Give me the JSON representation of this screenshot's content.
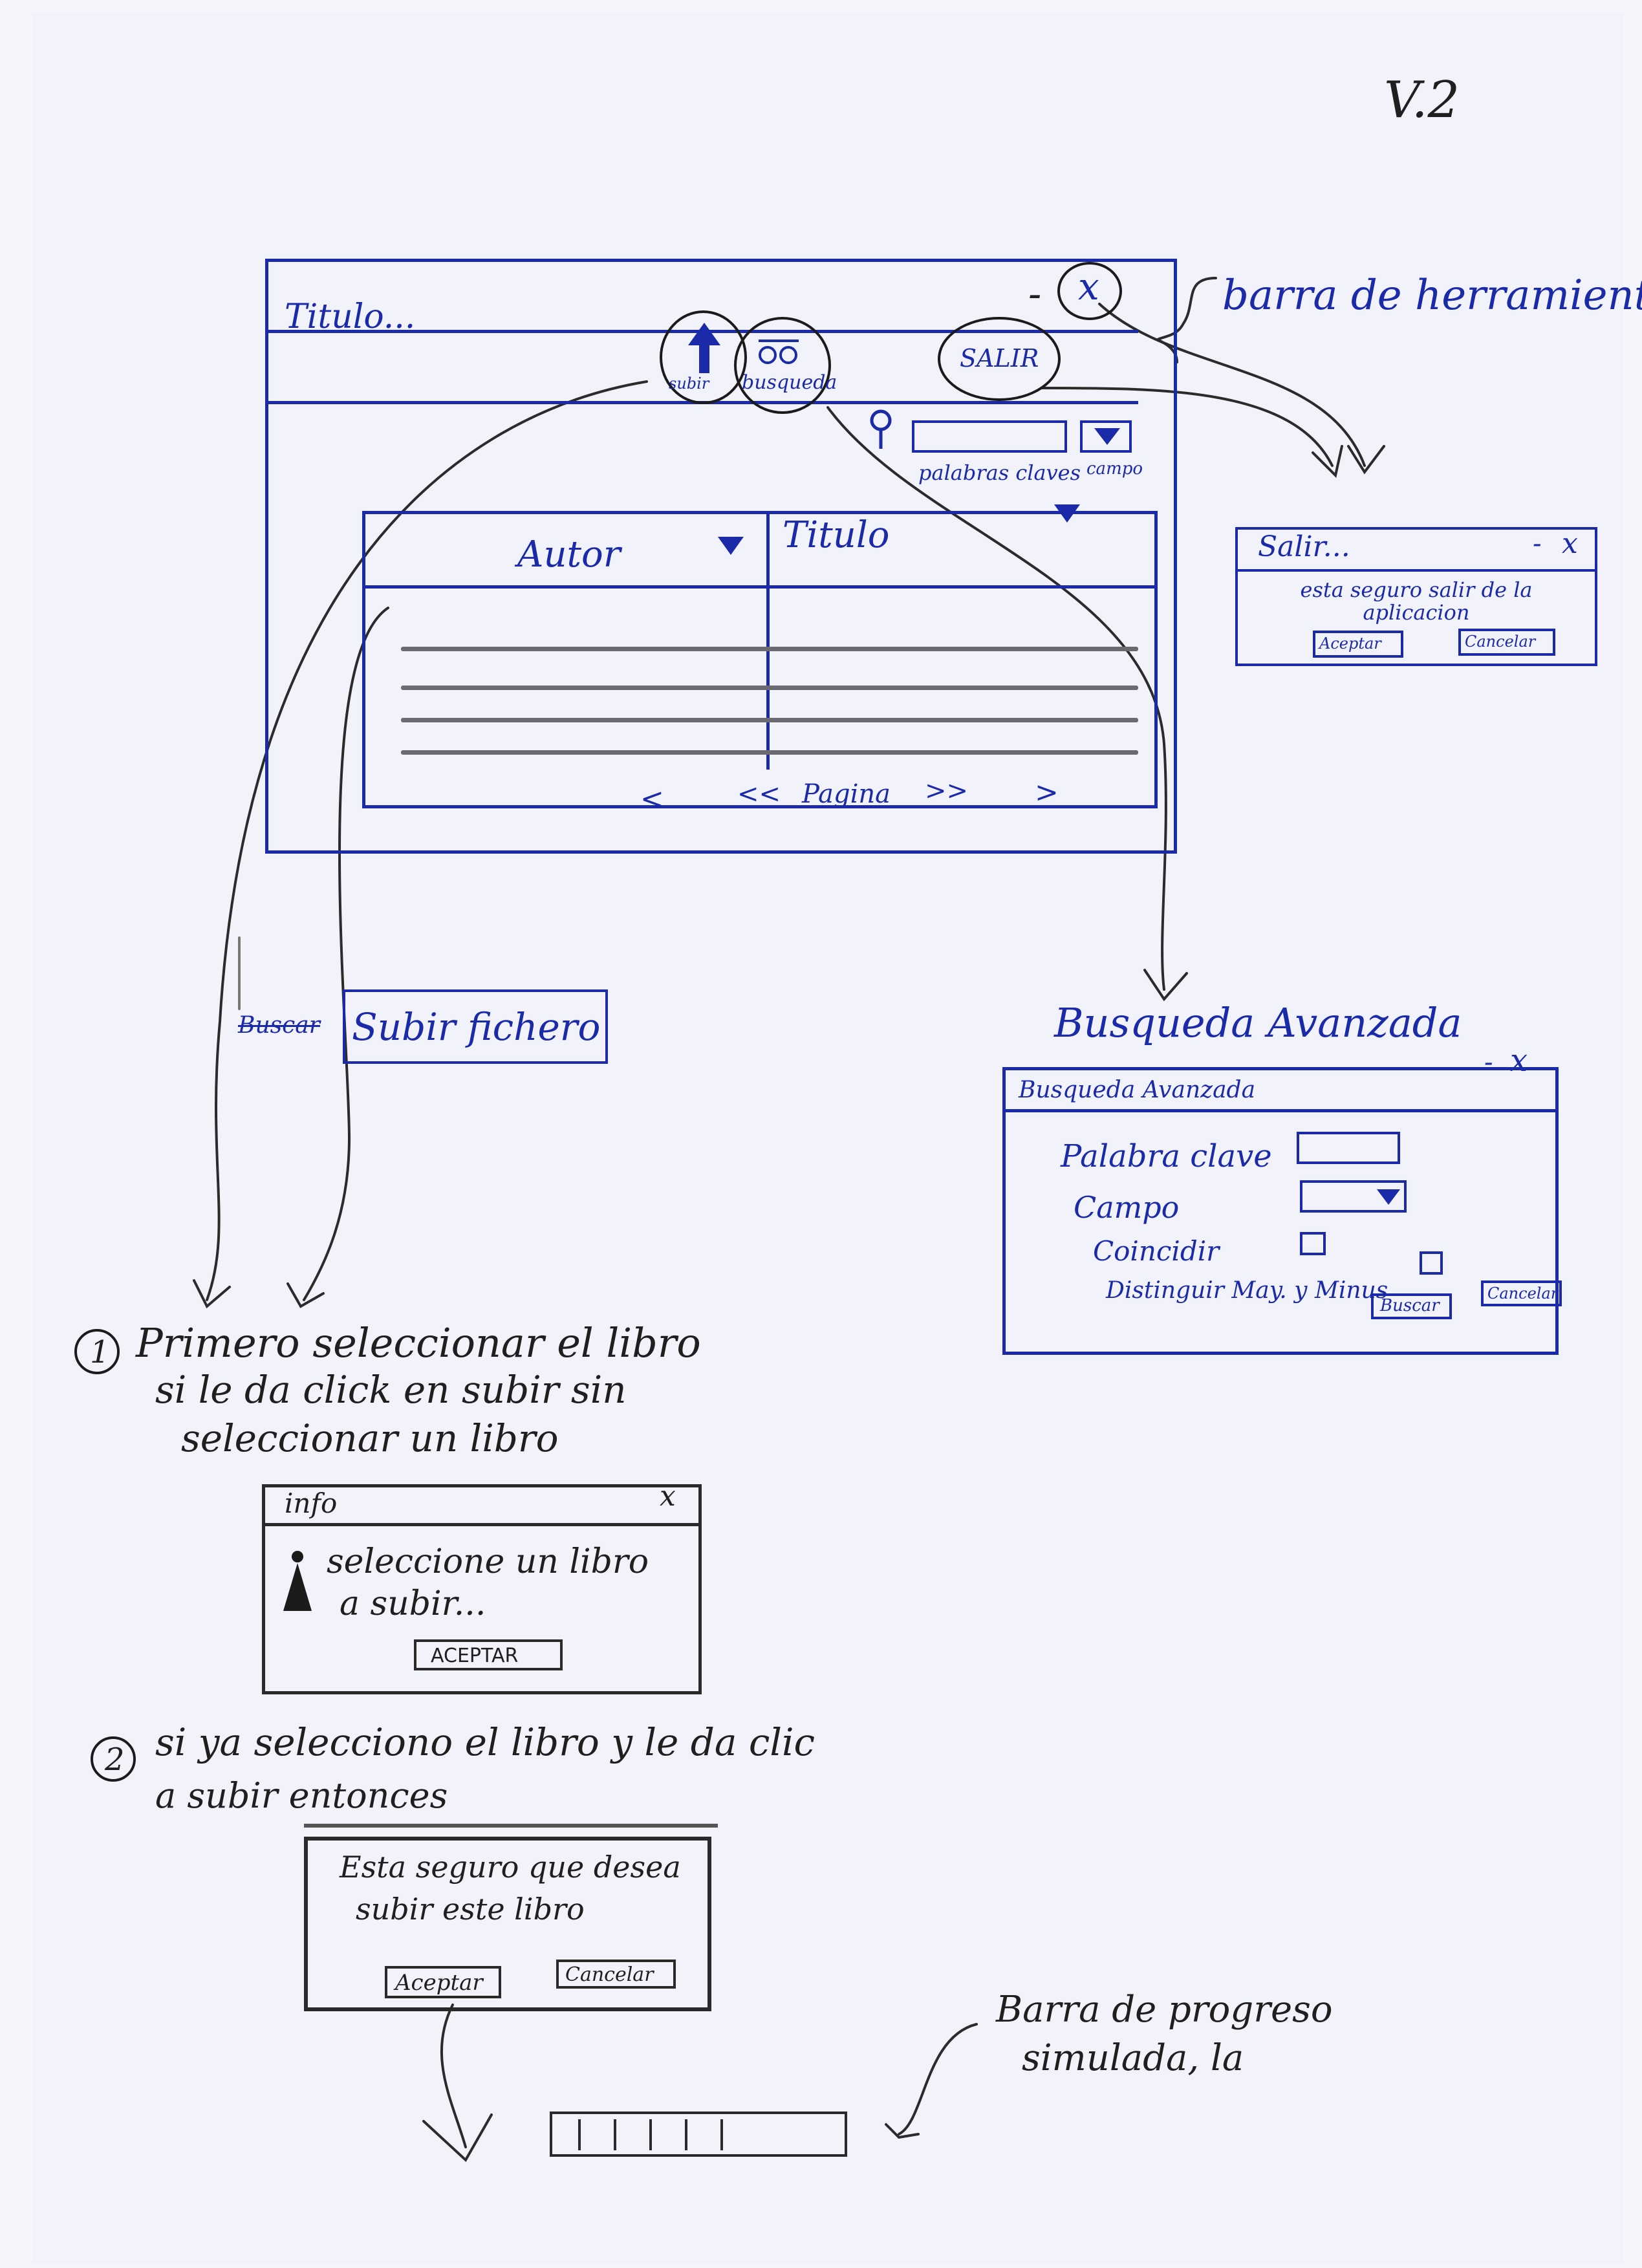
{
  "version": "V.2",
  "toolbar_note": "barra de herramientas",
  "main_window": {
    "title": "Titulo...",
    "close_symbol": "x",
    "minimize_symbol": "-",
    "upload_label": "subir",
    "search_label": "busqueda",
    "exit_label": "SALIR",
    "keyword_label": "palabras claves",
    "field_label": "campo",
    "table": {
      "columns": [
        "Autor",
        "Titulo"
      ]
    },
    "pager": {
      "prev": "<",
      "first": "<<",
      "page": "Pagina",
      "last": ">>",
      "next": ">"
    }
  },
  "exit_dialog": {
    "title": "Salir...",
    "minimize_symbol": "-",
    "close_symbol": "x",
    "message": "esta seguro salir de la aplicacion",
    "ok_label": "Aceptar",
    "cancel_label": "Cancelar"
  },
  "upload_panel": {
    "struck_label": "Buscar",
    "label": "Subir fichero"
  },
  "advanced_search": {
    "heading": "Busqueda Avanzada",
    "title": "Busqueda Avanzada",
    "minimize_symbol": "-",
    "close_symbol": "x",
    "keyword_label": "Palabra clave",
    "field_label": "Campo",
    "match_label": "Coincidir",
    "case_label": "Distinguir May. y Minus",
    "search_button": "Buscar",
    "cancel_button": "Cancelar"
  },
  "step1": {
    "number": "1",
    "text_lines": [
      "Primero seleccionar el libro",
      "si le da click en subir sin",
      "seleccionar un libro"
    ]
  },
  "info_dialog": {
    "title": "info",
    "close_symbol": "x",
    "message_lines": [
      "seleccione un libro",
      "a subir..."
    ],
    "ok_label": "ACEPTAR"
  },
  "step2": {
    "number": "2",
    "text_lines": [
      "si ya selecciono el libro y le da clic",
      "a subir entonces"
    ]
  },
  "confirm_dialog": {
    "message_lines": [
      "Esta seguro que desea",
      "subir este libro"
    ],
    "ok_label": "Aceptar",
    "cancel_label": "Cancelar"
  },
  "progress": {
    "note_lines": [
      "Barra de progreso",
      "simulada, la"
    ],
    "fraction": 0.62
  }
}
